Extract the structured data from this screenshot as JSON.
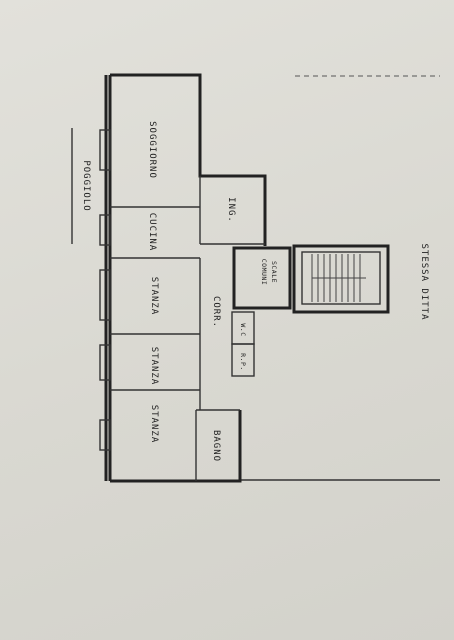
{
  "rooms": {
    "soggiorno": "SOGGIORNO",
    "cucina": "CUCINA",
    "stanza_1": "STANZA",
    "stanza_2": "STANZA",
    "stanza_3": "STANZA",
    "bagno": "BAGNO",
    "corridoio": "CORR.",
    "ingresso": "ING.",
    "ripostiglio": "R.P.",
    "wc": "W.C"
  },
  "exterior": {
    "poggiolo": "POGGIOLO",
    "scale_comuni_line1": "SCALE",
    "scale_comuni_line2": "COMUNI",
    "stessa_ditta": "STESSA DITTA"
  }
}
